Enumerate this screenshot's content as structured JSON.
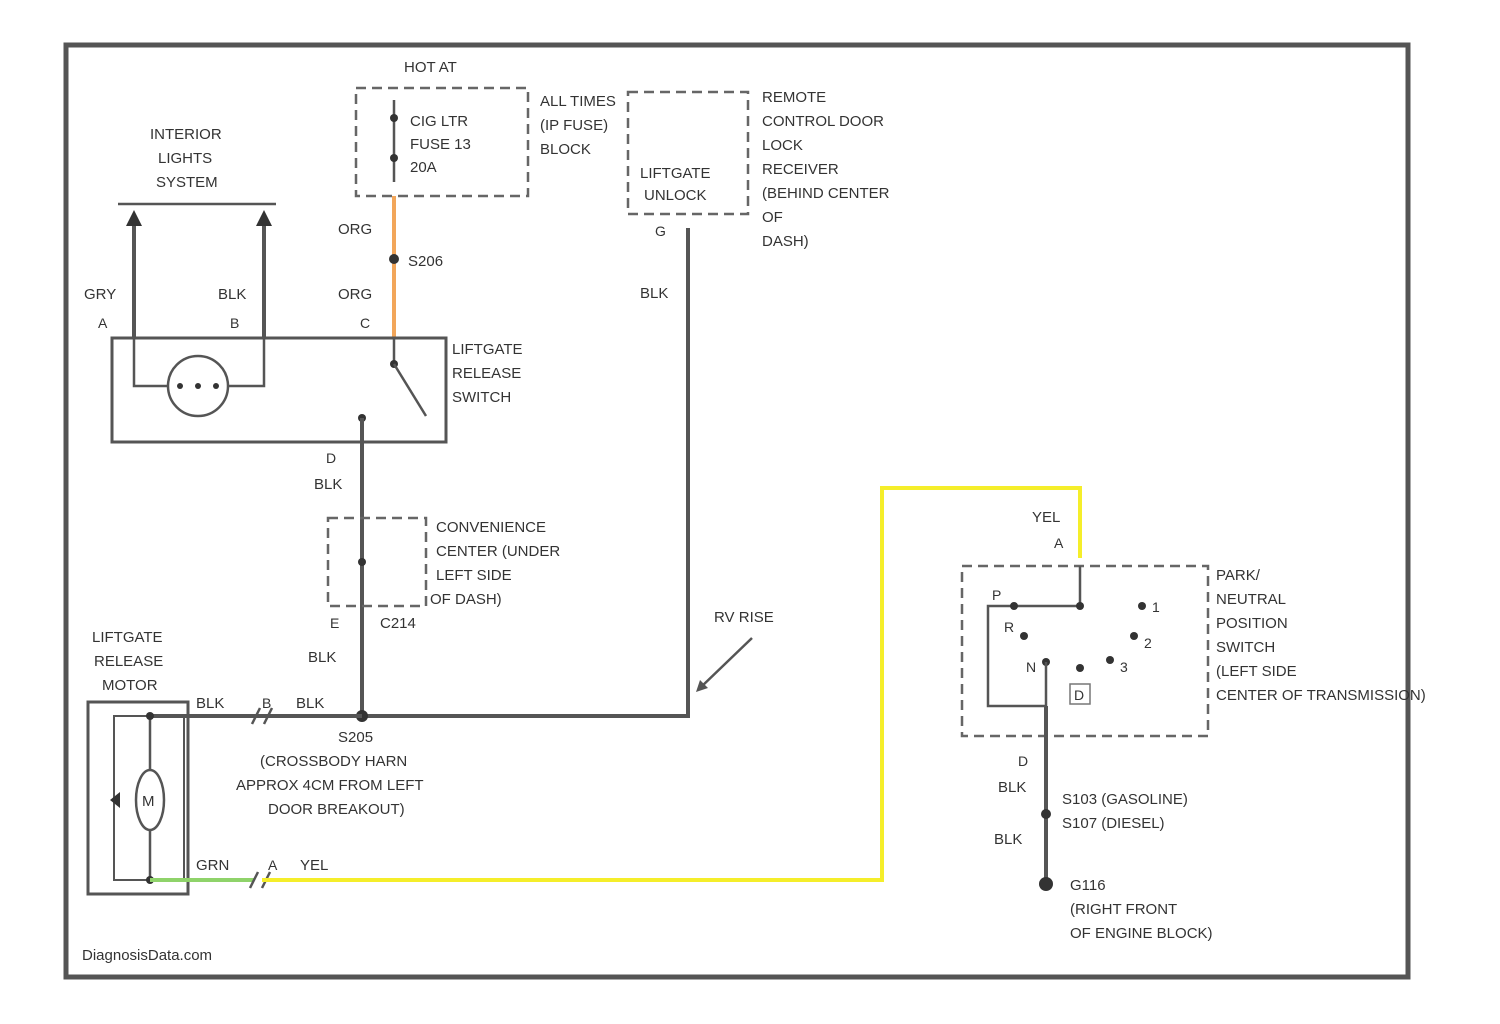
{
  "watermark": "DiagnosisData.com",
  "colors": {
    "orange_wire": "#f2a65a",
    "yellow_wire": "#f5ee2a",
    "green_wire": "#8fd36a",
    "frame": "#555555"
  },
  "labels": {
    "hot_at": "HOT AT",
    "fuse_line1": "CIG LTR",
    "fuse_line2": "FUSE 13",
    "fuse_line3": "20A",
    "all_times1": "ALL TIMES",
    "all_times2": "(IP FUSE)",
    "all_times3": "BLOCK",
    "interior1": "INTERIOR",
    "interior2": "LIGHTS",
    "interior3": "SYSTEM",
    "remote1": "REMOTE",
    "remote2": "CONTROL DOOR",
    "remote3": "LOCK",
    "remote4": "RECEIVER",
    "remote5": "(BEHIND CENTER",
    "remote6": "OF",
    "remote7": "DASH)",
    "liftgate_unlock1": "LIFTGATE",
    "liftgate_unlock2": "UNLOCK",
    "release_switch1": "LIFTGATE",
    "release_switch2": "RELEASE",
    "release_switch3": "SWITCH",
    "convenience1": "CONVENIENCE",
    "convenience2": "CENTER (UNDER",
    "convenience3": "LEFT SIDE",
    "convenience4": "OF DASH)",
    "release_motor1": "LIFTGATE",
    "release_motor2": "RELEASE",
    "release_motor3": "MOTOR",
    "splice_s1": "S206",
    "splice_s2": "S205",
    "splice_info1": "(CROSSBODY HARN",
    "splice_info2": "APPROX 4CM FROM LEFT",
    "splice_info3": "DOOR BREAKOUT)",
    "rv_rise": "RV RISE",
    "c214": "C214",
    "park1": "PARK/",
    "park2": "NEUTRAL",
    "park3": "POSITION",
    "park4": "SWITCH",
    "park5": "(LEFT SIDE",
    "park6": "CENTER OF TRANSMISSION)",
    "ground_s1": "S103 (GASOLINE)",
    "ground_s2": "S107 (DIESEL)",
    "ground1": "G116",
    "ground2": "(RIGHT FRONT",
    "ground3": "OF ENGINE BLOCK)",
    "motor_m": "M",
    "pnp_n": "N"
  },
  "wires": {
    "gry": "GRY",
    "blk": "BLK",
    "org": "ORG",
    "yel": "YEL",
    "grn": "GRN"
  },
  "pins": {
    "a": "A",
    "b": "B",
    "c": "C",
    "d": "D",
    "e": "E",
    "g": "G",
    "p": "P",
    "r": "R",
    "one": "1",
    "two": "2",
    "three": "3"
  }
}
